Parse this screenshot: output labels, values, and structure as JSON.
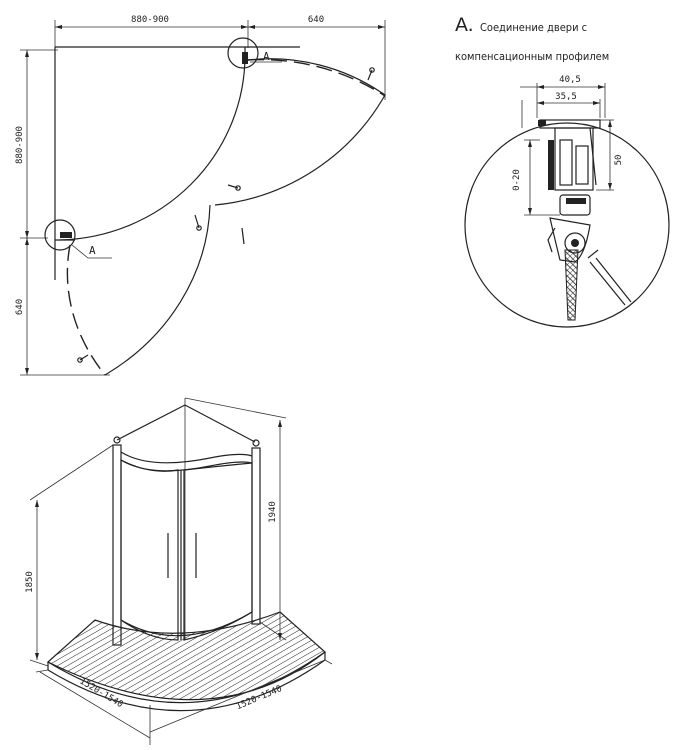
{
  "plan": {
    "dim_width": "880-900",
    "dim_door_top": "640",
    "dim_depth": "880-900",
    "dim_door_left": "640",
    "callout_top": "A",
    "callout_left": "A"
  },
  "detail": {
    "letter": "A.",
    "title_line1": "Соединение двери с",
    "title_line2": "компенсационным профилем",
    "dim_outer": "40,5",
    "dim_inner": "35,5",
    "dim_range": "0-20",
    "dim_height": "50"
  },
  "iso": {
    "dim_total_height": "1850",
    "dim_door_height": "1940",
    "dim_base_left": "1520-1540",
    "dim_base_right": "1520-1540"
  }
}
